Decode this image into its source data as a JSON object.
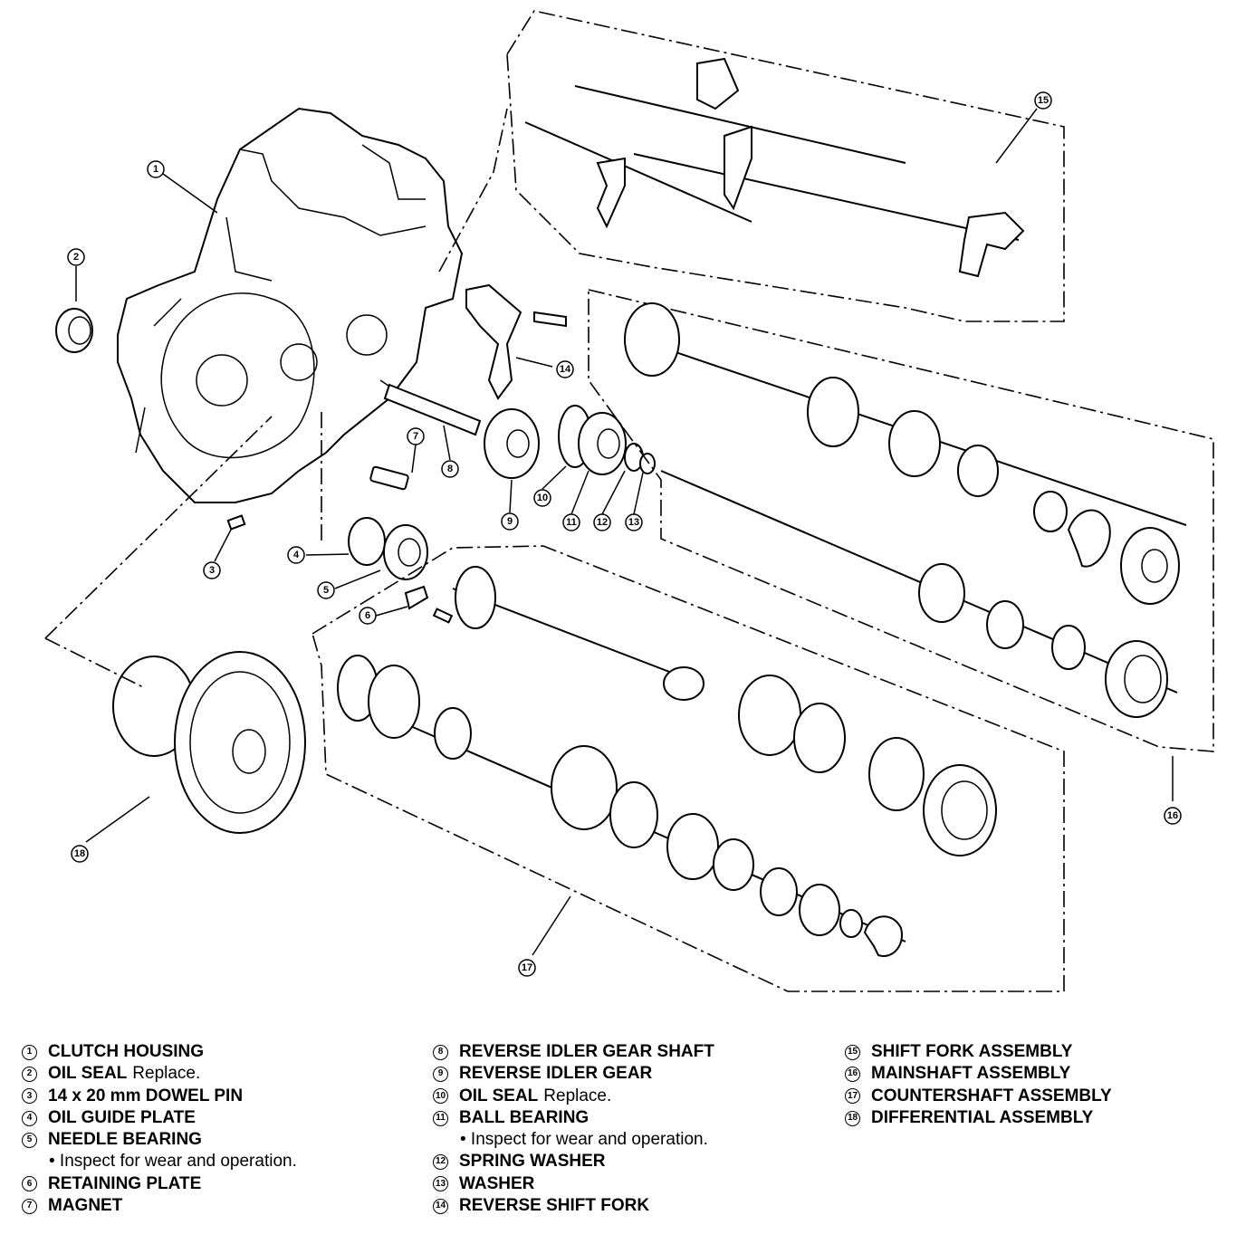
{
  "callouts": [
    "1",
    "2",
    "3",
    "4",
    "5",
    "6",
    "7",
    "8",
    "9",
    "10",
    "11",
    "12",
    "13",
    "14",
    "15",
    "16",
    "17",
    "18"
  ],
  "legend": {
    "col1": [
      {
        "num": "1",
        "label": "CLUTCH HOUSING",
        "note": ""
      },
      {
        "num": "2",
        "label": "OIL SEAL",
        "note": "Replace."
      },
      {
        "num": "3",
        "label": "14 x 20 mm DOWEL PIN",
        "note": ""
      },
      {
        "num": "4",
        "label": "OIL GUIDE PLATE",
        "note": ""
      },
      {
        "num": "5",
        "label": "NEEDLE BEARING",
        "note": ""
      },
      {
        "sub": "• Inspect for wear and operation."
      },
      {
        "num": "6",
        "label": "RETAINING PLATE",
        "note": ""
      },
      {
        "num": "7",
        "label": "MAGNET",
        "note": ""
      }
    ],
    "col2": [
      {
        "num": "8",
        "label": "REVERSE IDLER GEAR SHAFT",
        "note": ""
      },
      {
        "num": "9",
        "label": "REVERSE IDLER GEAR",
        "note": ""
      },
      {
        "num": "10",
        "label": "OIL SEAL",
        "note": "Replace."
      },
      {
        "num": "11",
        "label": "BALL BEARING",
        "note": ""
      },
      {
        "sub": "• Inspect for wear and operation."
      },
      {
        "num": "12",
        "label": "SPRING WASHER",
        "note": ""
      },
      {
        "num": "13",
        "label": "WASHER",
        "note": ""
      },
      {
        "num": "14",
        "label": "REVERSE SHIFT FORK",
        "note": ""
      }
    ],
    "col3": [
      {
        "num": "15",
        "label": "SHIFT FORK ASSEMBLY",
        "note": ""
      },
      {
        "num": "16",
        "label": "MAINSHAFT ASSEMBLY",
        "note": ""
      },
      {
        "num": "17",
        "label": "COUNTERSHAFT ASSEMBLY",
        "note": ""
      },
      {
        "num": "18",
        "label": "DIFFERENTIAL ASSEMBLY",
        "note": ""
      }
    ]
  }
}
